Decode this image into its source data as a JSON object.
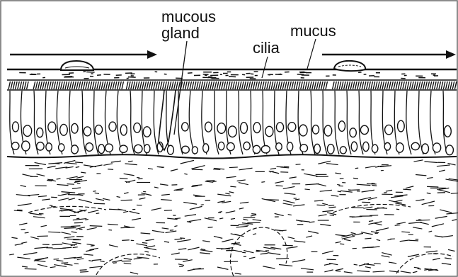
{
  "labels": {
    "mucous_gland_line1": "mucous",
    "mucous_gland_line2": "gland",
    "cilia": "cilia",
    "mucus": "mucus"
  },
  "colors": {
    "ink": "#111111",
    "paper": "#ffffff"
  },
  "icons": {
    "flow_arrow_left": "arrow-right",
    "flow_arrow_right": "arrow-right"
  }
}
